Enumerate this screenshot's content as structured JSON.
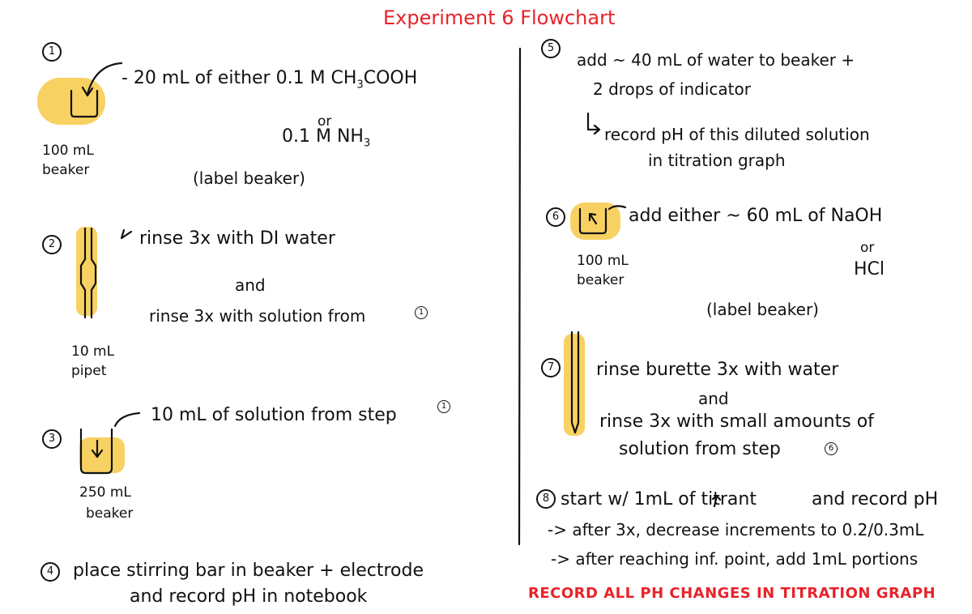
{
  "title": "Experiment 6 Flowchart",
  "steps": {
    "s1": {
      "num": "1",
      "line1": "- 20 mL of either 0.1 M CH",
      "sub1": "3",
      "line1b": "COOH",
      "or": "or",
      "line2": "0.1 M NH",
      "sub2": "3",
      "label": "(label beaker)",
      "vessel_line1": "100 mL",
      "vessel_line2": "beaker"
    },
    "s2": {
      "num": "2",
      "line1": "rinse 3x with DI water",
      "and": "and",
      "line2": "rinse 3x with solution from",
      "ref": "1",
      "vessel_line1": "10 mL",
      "vessel_line2": "pipet"
    },
    "s3": {
      "num": "3",
      "line1": "10 mL of solution from step",
      "ref": "1",
      "vessel_line1": "250 mL",
      "vessel_line2": "beaker"
    },
    "s4": {
      "num": "4",
      "line1": "place stirring bar in beaker + electrode",
      "line2": "and record pH in notebook"
    },
    "s5": {
      "num": "5",
      "line1": "add ~ 40 mL of water to beaker +",
      "line2": "2 drops of indicator",
      "line3": "record pH of this diluted solution",
      "line4": "in titration graph"
    },
    "s6": {
      "num": "6",
      "line1": "add either ~ 60 mL of NaOH",
      "or": "or",
      "line2": "HCl",
      "label": "(label beaker)",
      "vessel_line1": "100 mL",
      "vessel_line2": "beaker"
    },
    "s7": {
      "num": "7",
      "line1": "rinse burette 3x with water",
      "and": "and",
      "line2": "rinse 3x with small amounts of",
      "line3": "solution from step",
      "ref": "6"
    },
    "s8": {
      "num": "8",
      "line1": "start w/ 1mL of titrant",
      "arrow": "↑",
      "line1b": "and record pH",
      "line2": "-> after 3x, decrease increments to 0.2/0.3mL",
      "line3": "-> after reaching inf. point, add 1mL portions",
      "footer": "RECORD ALL PH CHANGES IN TITRATION GRAPH"
    }
  },
  "colors": {
    "ink": "#111111",
    "title": "#e8232a",
    "highlight": "#f7c948",
    "footer": "#e8232a"
  },
  "icons": {
    "beaker": "beaker-icon",
    "pipet": "pipet-icon",
    "burette": "burette-icon",
    "arrow": "curved-arrow-icon"
  }
}
